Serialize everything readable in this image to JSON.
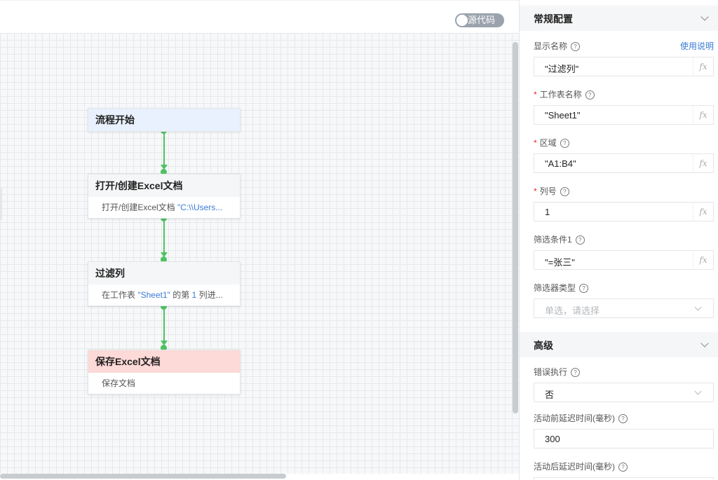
{
  "canvas": {
    "toggle_label": "源代码"
  },
  "nodes": [
    {
      "title": "流程开始",
      "head_bg": "#e8f1fd"
    },
    {
      "title": "打开/创建Excel文档",
      "desc_prefix": "打开/创建Excel文档 ",
      "desc_highlight": "\"C:\\\\Users...",
      "desc_suffix": ""
    },
    {
      "title": "过滤列",
      "desc_prefix": "在工作表 ",
      "desc_highlight": "\"Sheet1\"",
      "desc_mid": " 的第 ",
      "desc_num": "1",
      "desc_suffix": " 列进..."
    },
    {
      "title": "保存Excel文档",
      "head_bg": "#fdd9d7",
      "desc_prefix": "保存文档"
    }
  ],
  "panel": {
    "general": {
      "title": "常规配置",
      "help_link": "使用说明",
      "fields": [
        {
          "label": "显示名称",
          "required": false,
          "value": "\"过滤列\""
        },
        {
          "label": "工作表名称",
          "required": true,
          "value": "\"Sheet1\""
        },
        {
          "label": "区域",
          "required": true,
          "value": "\"A1:B4\""
        },
        {
          "label": "列号",
          "required": true,
          "value": "1"
        },
        {
          "label": "筛选条件1",
          "required": false,
          "value": "\"=张三\""
        }
      ],
      "filter_type": {
        "label": "筛选器类型",
        "placeholder": "单选，请选择"
      }
    },
    "advanced": {
      "title": "高级",
      "error_exec": {
        "label": "错误执行",
        "value": "否"
      },
      "delay_before": {
        "label": "活动前延迟时间(毫秒)",
        "value": "300"
      },
      "delay_after": {
        "label": "活动后延迟时间(毫秒)"
      }
    },
    "fx_symbol": "fx",
    "help_symbol": "?",
    "required_mark": "*"
  }
}
